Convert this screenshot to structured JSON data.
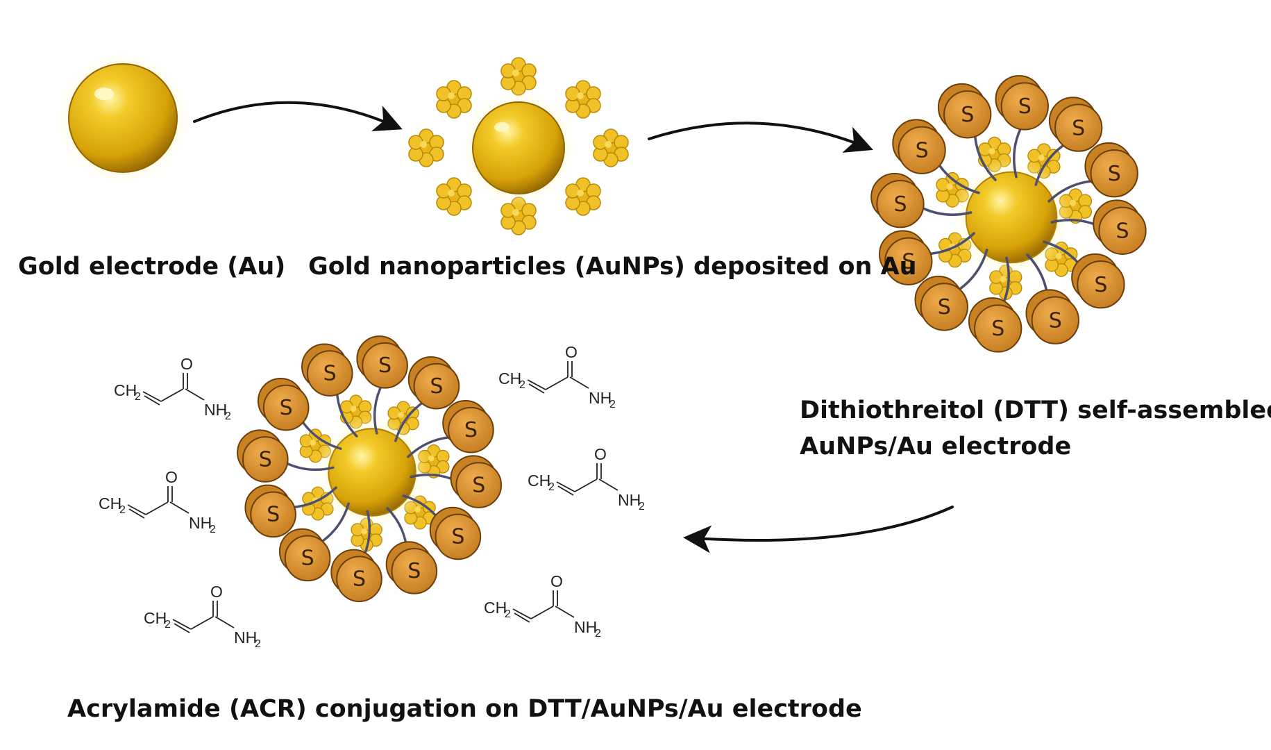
{
  "steps": [
    {
      "caption": "Gold electrode (Au)"
    },
    {
      "caption": "Gold nanoparticles (AuNPs) deposited on Au"
    },
    {
      "caption_line1": "Dithiothreitol (DTT) self-assembled on",
      "caption_line2": "AuNPs/Au electrode"
    },
    {
      "caption": "Acrylamide (ACR) conjugation on DTT/AuNPs/Au electrode"
    }
  ],
  "molecule": {
    "carbon_label": "CH",
    "carbon_sub": "2",
    "oxygen_label": "O",
    "amine_label": "NH",
    "amine_sub": "2"
  },
  "thiol_label": "S",
  "colors": {
    "gold": "#e6b412",
    "gold_dark": "#b07f06",
    "thiol_disc": "#d9922f",
    "thiol_edge": "#6b3f0c",
    "linker": "#4d4f6e",
    "arrow": "#111111"
  }
}
